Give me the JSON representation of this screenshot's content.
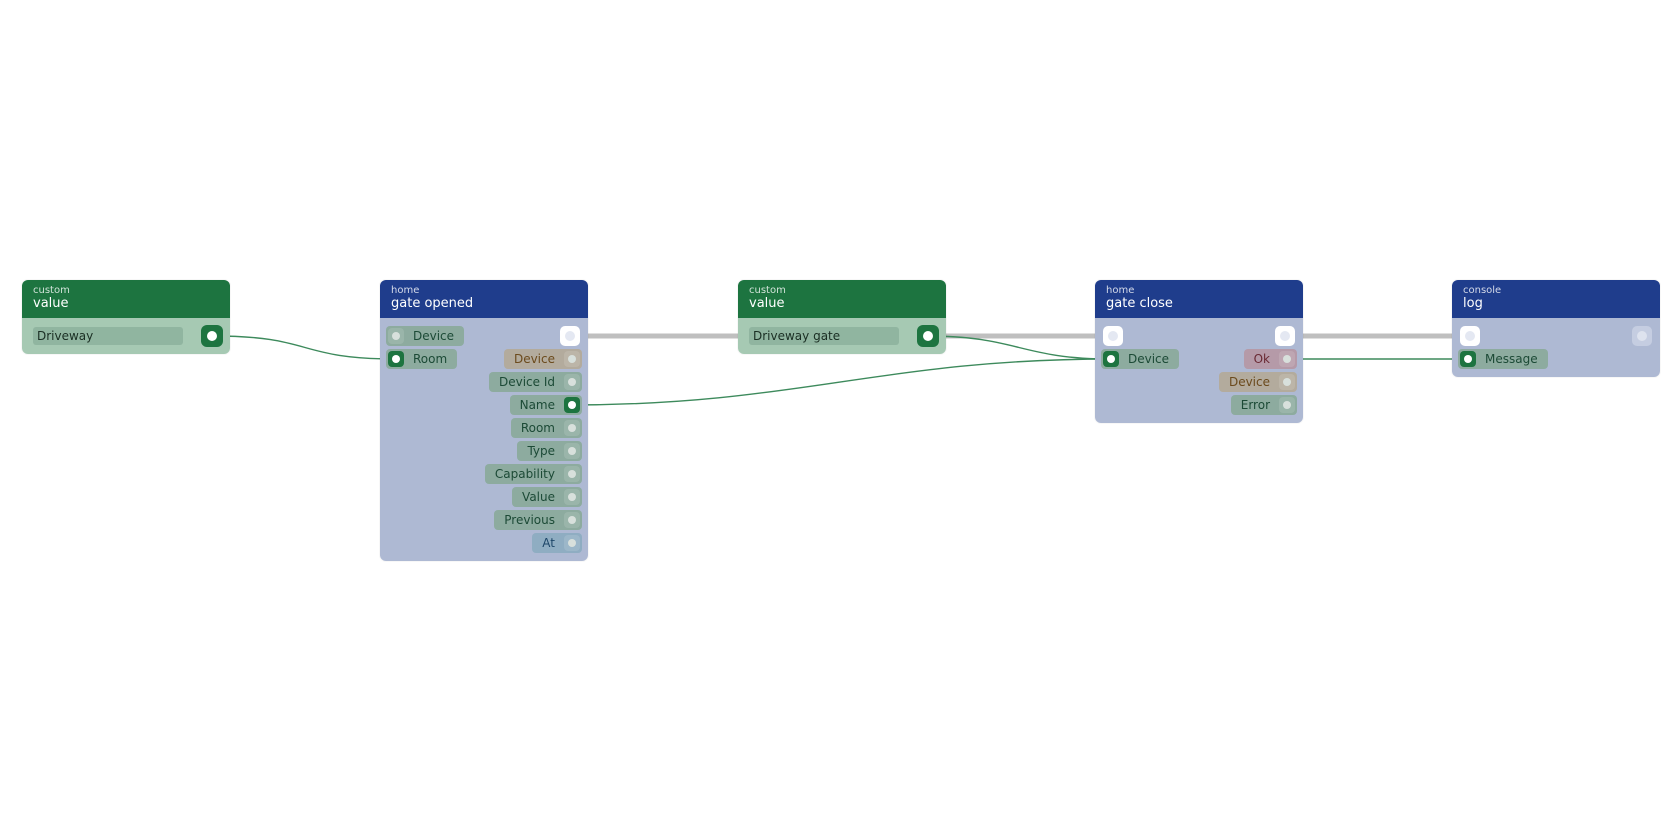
{
  "colors": {
    "data_wire": "#3d8a5c",
    "flow_wire": "#bfbfbf",
    "green_header": "#1d7440",
    "blue_header": "#1f3d8c"
  },
  "nodes": {
    "value1": {
      "category": "custom",
      "title": "value",
      "value": "Driveway"
    },
    "gate_opened": {
      "category": "home",
      "title": "gate opened",
      "inputs": [
        "Device",
        "Room"
      ],
      "outputs": [
        "Device",
        "Device Id",
        "Name",
        "Room",
        "Type",
        "Capability",
        "Value",
        "Previous",
        "At"
      ]
    },
    "value2": {
      "category": "custom",
      "title": "value",
      "value": "Driveway gate"
    },
    "gate_close": {
      "category": "home",
      "title": "gate close",
      "inputs": [
        "Device"
      ],
      "outputs": [
        "Ok",
        "Device",
        "Error"
      ]
    },
    "log": {
      "category": "console",
      "title": "log",
      "inputs": [
        "Message"
      ]
    }
  }
}
